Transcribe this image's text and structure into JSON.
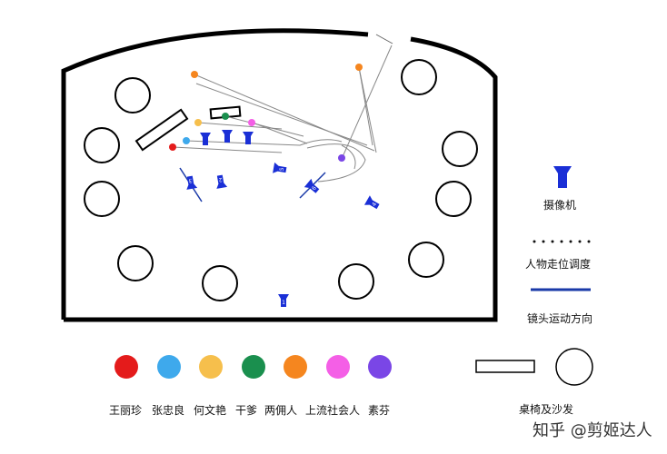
{
  "legend": {
    "camera_label": "摄像机",
    "walk_label": "人物走位调度",
    "lens_label": "镜头运动方向",
    "furniture_label": "桌椅及沙发",
    "camera_color": "#1a2fd6",
    "lens_line_color": "#1a3aa8"
  },
  "characters": [
    {
      "name": "王丽珍",
      "color": "#e41b1b"
    },
    {
      "name": "张忠良",
      "color": "#3ea9ec"
    },
    {
      "name": "何文艳",
      "color": "#f6bf4c"
    },
    {
      "name": "干爹",
      "color": "#1a8f4e"
    },
    {
      "name": "两佣人",
      "color": "#f5861f"
    },
    {
      "name": "上流社会人",
      "color": "#f45fe6"
    },
    {
      "name": "素芬",
      "color": "#7a46e6"
    }
  ],
  "cameras": [
    "1",
    "2",
    "3",
    "4",
    "5",
    "6"
  ],
  "watermark": "知乎 @剪姬达人"
}
